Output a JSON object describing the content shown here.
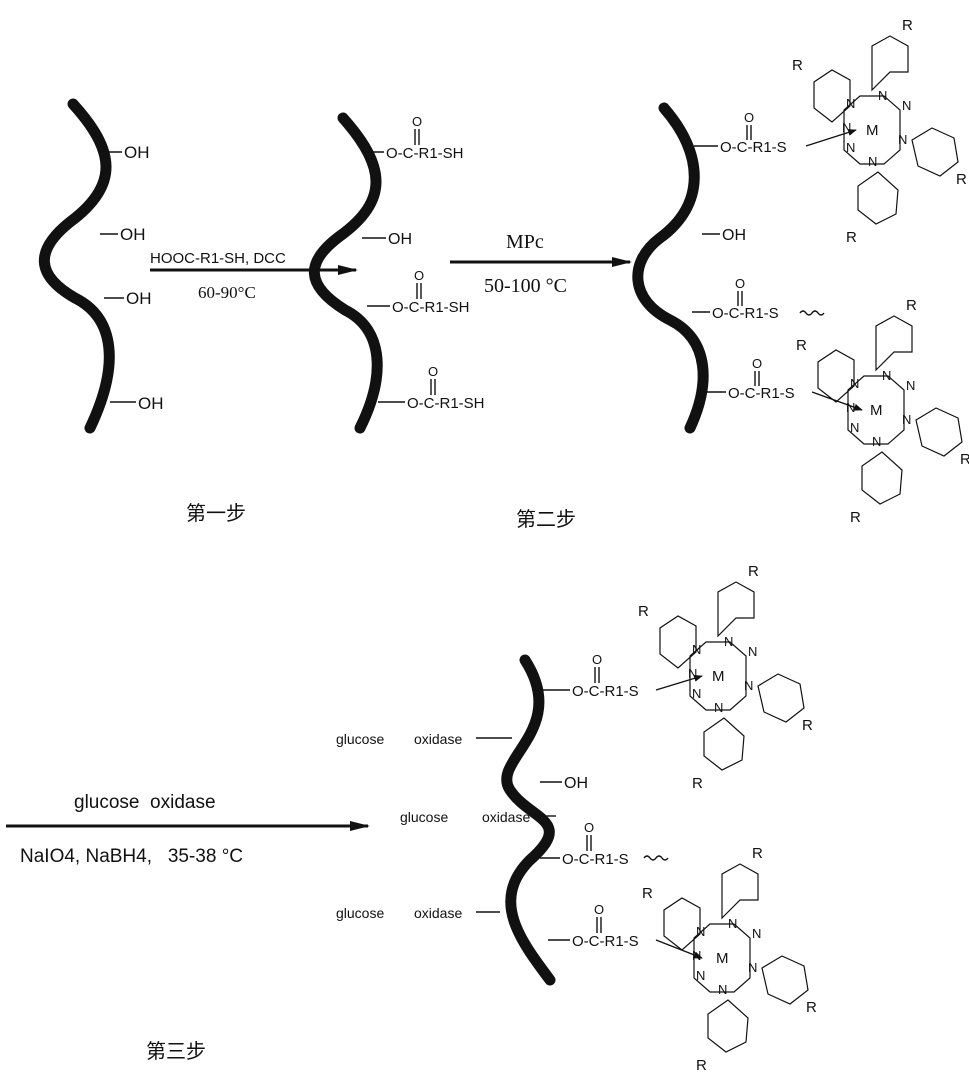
{
  "groups": {
    "oh": "OH",
    "ester_sh": "O-C-R1-SH",
    "ester_s": "O-C-R1-S",
    "carbonyl_o": "O",
    "r": "R",
    "m": "M",
    "n": "N",
    "glucose": "glucose",
    "oxidase": "oxidase"
  },
  "arrows": {
    "arrow1": {
      "reagent": "HOOC-R1-SH, DCC",
      "condition": "60-90°C"
    },
    "arrow2": {
      "reagent": "MPc",
      "condition": "50-100 °C"
    },
    "arrow3": {
      "reagent": "glucose  oxidase",
      "condition": "NaIO4, NaBH4,   35-38 °C"
    }
  },
  "steps": {
    "step1": "第一步",
    "step2": "第二步",
    "step3": "第三步"
  }
}
